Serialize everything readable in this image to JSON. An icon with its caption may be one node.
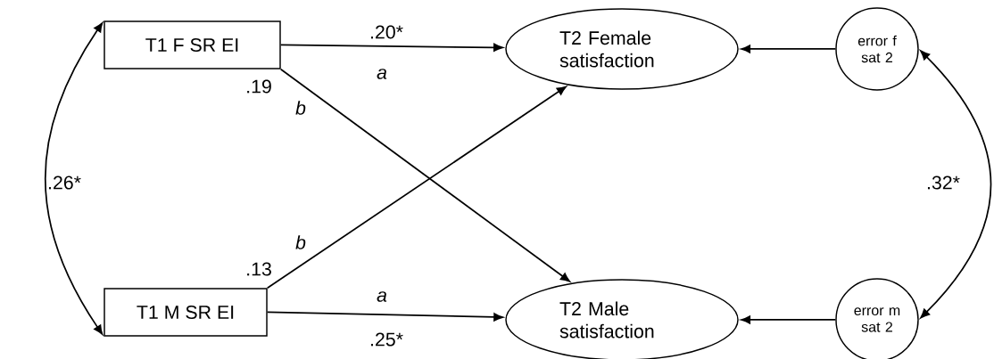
{
  "diagram": {
    "nodes": [
      {
        "text": [
          "T1 F SR EI"
        ]
      },
      {
        "text": [
          "T2 Female satisfaction"
        ]
      },
      {
        "text": [
          "error f sat 2"
        ]
      },
      {
        "text": [
          "T1 M SR EI"
        ]
      },
      {
        "text": [
          "T2 Male satisfaction"
        ]
      },
      {
        "text": [
          "error m sat 2"
        ]
      }
    ],
    "edges": [
      {
        "from": 0,
        "to": 1,
        "arrow": "to",
        "label": ".20*"
      },
      {
        "from": 0,
        "to": 4,
        "arrow": "to",
        "label": ".19"
      },
      {
        "from": 3,
        "to": 1,
        "arrow": "to",
        "label": ".13"
      },
      {
        "from": 3,
        "to": 4,
        "arrow": "to",
        "label": ".25*"
      },
      {
        "from": 2,
        "to": 1,
        "arrow": "to"
      },
      {
        "from": 5,
        "to": 4,
        "arrow": "to"
      },
      {
        "from": 0,
        "to": 3,
        "arrow": "both",
        "label": ".26*"
      },
      {
        "from": 2,
        "to": 5,
        "arrow": "both",
        "label": ".32*"
      }
    ],
    "labels": [
      "a",
      "b",
      "b",
      "a"
    ]
  }
}
